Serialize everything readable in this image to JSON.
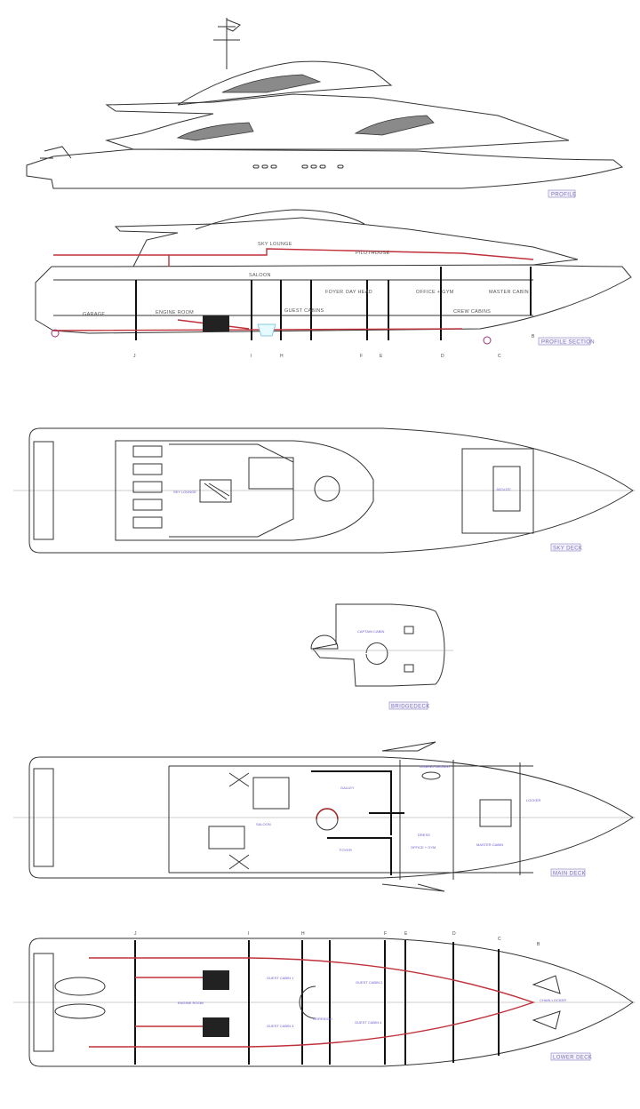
{
  "views": {
    "profile": {
      "label": "PROFILE"
    },
    "profile_section": {
      "label": "PROFILE SECTION",
      "rooms": [
        "SKY LOUNGE",
        "PILOTHOUSE",
        "SALOON",
        "FOYER",
        "DAY HEAD",
        "OFFICE + GYM",
        "MASTER CABIN",
        "GARAGE",
        "ENGINE ROOM",
        "GUEST CABINS",
        "CREW CABINS"
      ],
      "frames": [
        "J",
        "I",
        "H",
        "F",
        "E",
        "D",
        "C",
        "B"
      ]
    },
    "sky_deck": {
      "label": "SKY DECK",
      "rooms": [
        "SKY LOUNGE",
        "JACUZZI"
      ]
    },
    "bridge_deck": {
      "label": "BRIDGEDECK",
      "rooms": [
        "CAPTAIN CABIN"
      ]
    },
    "main_deck": {
      "label": "MAIN DECK",
      "rooms": [
        "SALOON",
        "GALLEY",
        "FOYER",
        "OFFICE + GYM",
        "MASTER CABIN",
        "DRESS",
        "DOMINO JACUZZI",
        "LOCKER"
      ]
    },
    "lower_deck": {
      "label": "LOWER DECK",
      "rooms": [
        "GUEST CABIN 1",
        "GUEST CABIN 2",
        "GUEST CABIN 3",
        "GUEST CABIN 4",
        "CORRIDOR",
        "CHAIN LOCKER",
        "ENGINE ROOM"
      ],
      "frames": [
        "J",
        "I",
        "H",
        "F",
        "E",
        "D",
        "C",
        "B"
      ]
    }
  },
  "colors": {
    "hull_line": "#333333",
    "piping": "#c0303a",
    "annotation": "#6a5acd",
    "glazing": "#8a8a8a"
  }
}
